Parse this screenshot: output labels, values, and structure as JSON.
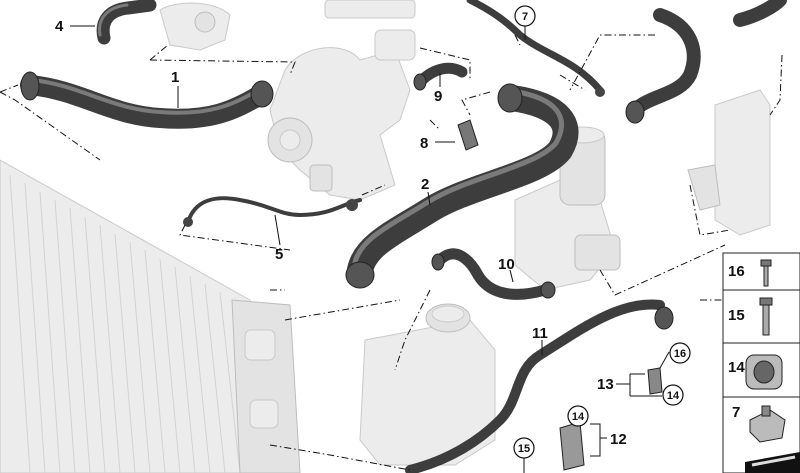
{
  "parts": {
    "p1": "1",
    "p2": "2",
    "p4": "4",
    "p5": "5",
    "p7": "7",
    "p8": "8",
    "p9": "9",
    "p10": "10",
    "p11": "11",
    "p12": "12",
    "p13": "13",
    "p14a": "14",
    "p14b": "14",
    "p15": "15",
    "p16": "16"
  },
  "legend": {
    "l16": "16",
    "l15": "15",
    "l14": "14",
    "l7": "7"
  }
}
